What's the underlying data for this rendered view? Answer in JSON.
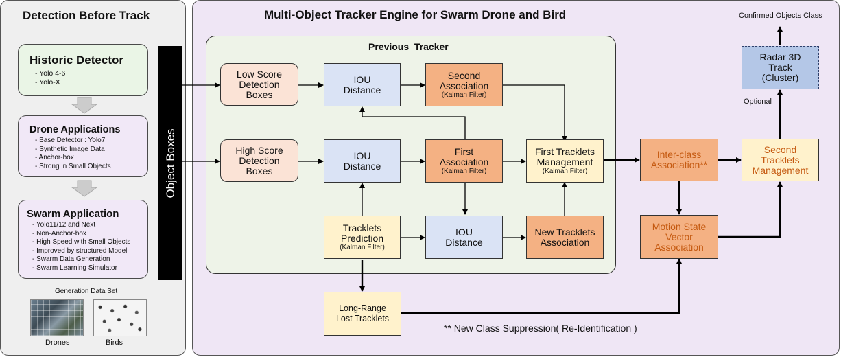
{
  "left_panel": {
    "title": "Detection Before Track",
    "historic": {
      "title": "Historic Detector",
      "items": [
        "- Yolo 4-6",
        "- Yolo-X"
      ]
    },
    "drone_apps": {
      "title": "Drone Applications",
      "items": [
        "- Base Detector : Yolo7",
        "- Synthetic Image Data",
        "- Anchor-box",
        "- Strong in Small Objects"
      ]
    },
    "swarm_app": {
      "title": "Swarm Application",
      "items": [
        "- Yolo11/12 and Next",
        "- Non-Anchor-box",
        "- High Speed with Small Objects",
        "- Improved by structured Model",
        "- Swarm Data Generation",
        "- Swarm Learning Simulator"
      ]
    },
    "dataset": {
      "title": "Generation Data Set",
      "drones_label": "Drones",
      "birds_label": "Birds"
    }
  },
  "object_boxes_label": "Object Boxes",
  "main_panel": {
    "title": "Multi-Object Tracker Engine for Swarm Drone and Bird",
    "previous_tracker_title": "Previous  Tracker",
    "nodes": {
      "low_score": [
        "Low Score",
        "Detection",
        "Boxes"
      ],
      "high_score": [
        "High Score",
        "Detection",
        "Boxes"
      ],
      "iou_top": [
        "IOU",
        "Distance"
      ],
      "iou_mid": [
        "IOU",
        "Distance"
      ],
      "iou_bottom": [
        "IOU",
        "Distance"
      ],
      "second_assoc": {
        "lines": [
          "Second",
          "Association"
        ],
        "sub": "(Kalman Filter)"
      },
      "first_assoc": {
        "lines": [
          "First",
          "Association"
        ],
        "sub": "(Kalman Filter)"
      },
      "first_mgmt": {
        "lines": [
          "First Tracklets",
          "Management"
        ],
        "sub": "(Kalman Filter)"
      },
      "tracklets_pred": {
        "lines": [
          "Tracklets",
          "Prediction"
        ],
        "sub": "(Kalman Filter)"
      },
      "new_assoc": [
        "New Tracklets",
        "Association"
      ],
      "long_range": [
        "Long-Range",
        "Lost Tracklets"
      ],
      "inter_class": [
        "Inter-class",
        "Association**"
      ],
      "motion_state": [
        "Motion State",
        "Vector",
        "Association"
      ],
      "second_mgmt": [
        "Second",
        "Tracklets",
        "Management"
      ],
      "radar": [
        "Radar 3D",
        "Track",
        "(Cluster)"
      ]
    },
    "confirmed_label": "Confirmed Objects Class",
    "optional_label": "Optional",
    "footnote": "** New Class Suppression( Re-Identification )"
  },
  "colors": {
    "left_panel_bg": "#efefef",
    "main_panel_bg": "#efe6f5",
    "tracker_bg": "#eef3e8",
    "accent_text": "#c55a11",
    "dark_bar": "#000000"
  }
}
